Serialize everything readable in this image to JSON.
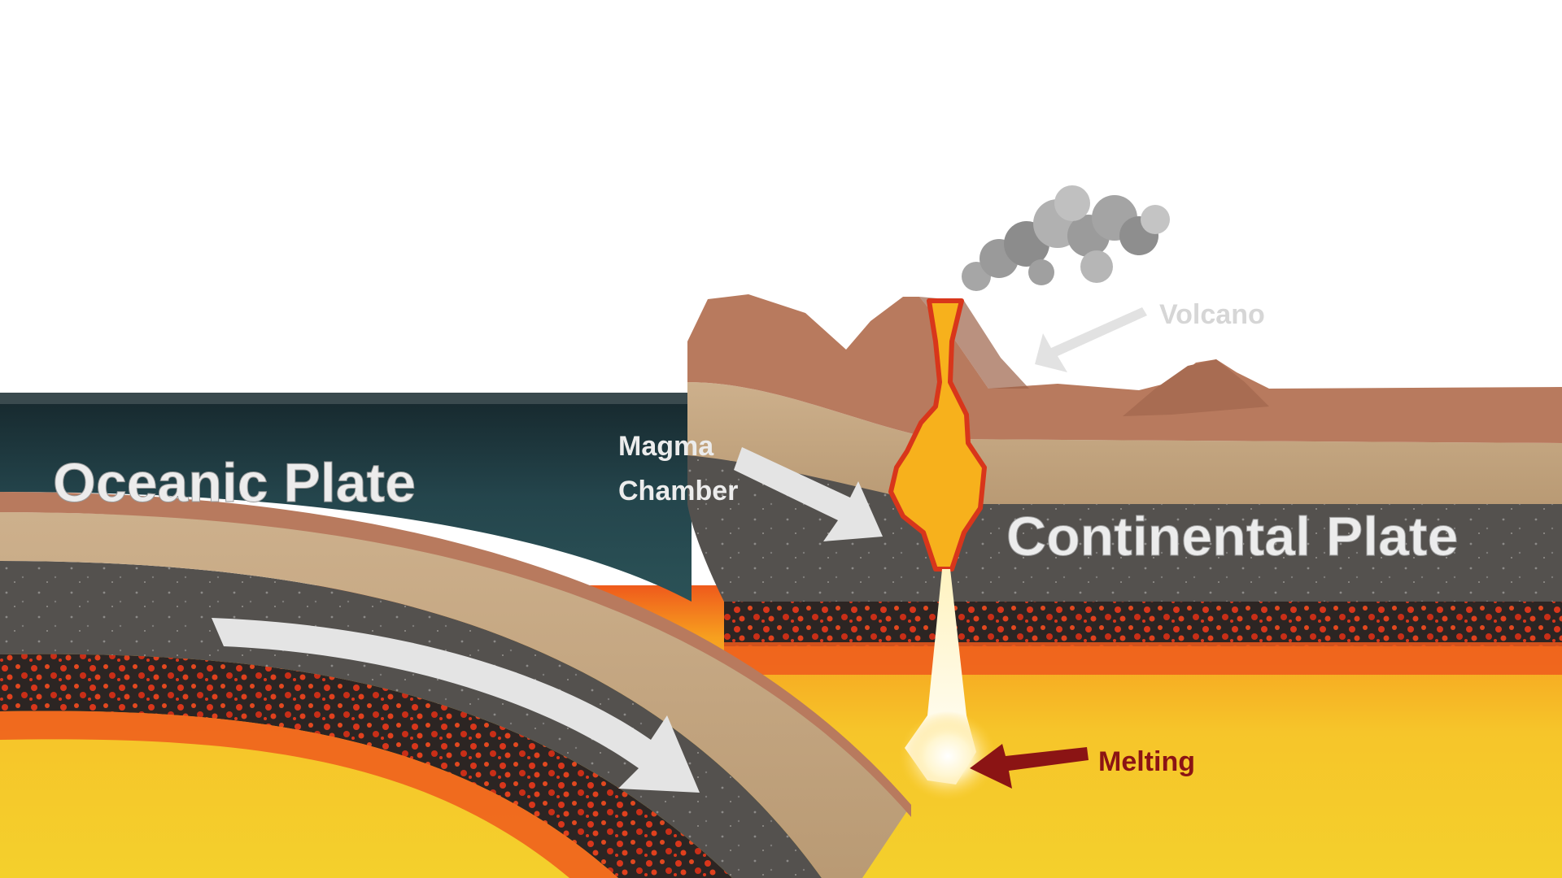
{
  "labels": {
    "oceanic_plate": "Oceanic Plate",
    "continental_plate": "Continental Plate",
    "magma_line1": "Magma",
    "magma_line2": "Chamber",
    "volcano": "Volcano",
    "melting": "Melting"
  },
  "colors": {
    "background": "#ffffff",
    "ocean_water": "#1f3a40",
    "crust_top": "#b87a5e",
    "sediment": "#c9ab86",
    "rock_grey": "#55524f",
    "lava_layer": "#d8361b",
    "mantle_yellow": "#f4c22a",
    "mantle_orange": "#ef5a1c",
    "magma": "#f7b11c",
    "label_white": "#ececec",
    "volcano_label": "#dadada",
    "melting_label": "#8b1414",
    "arrow_white": "#e4e4e4",
    "arrow_red": "#8b1414",
    "smoke": "#9a9a9a"
  }
}
